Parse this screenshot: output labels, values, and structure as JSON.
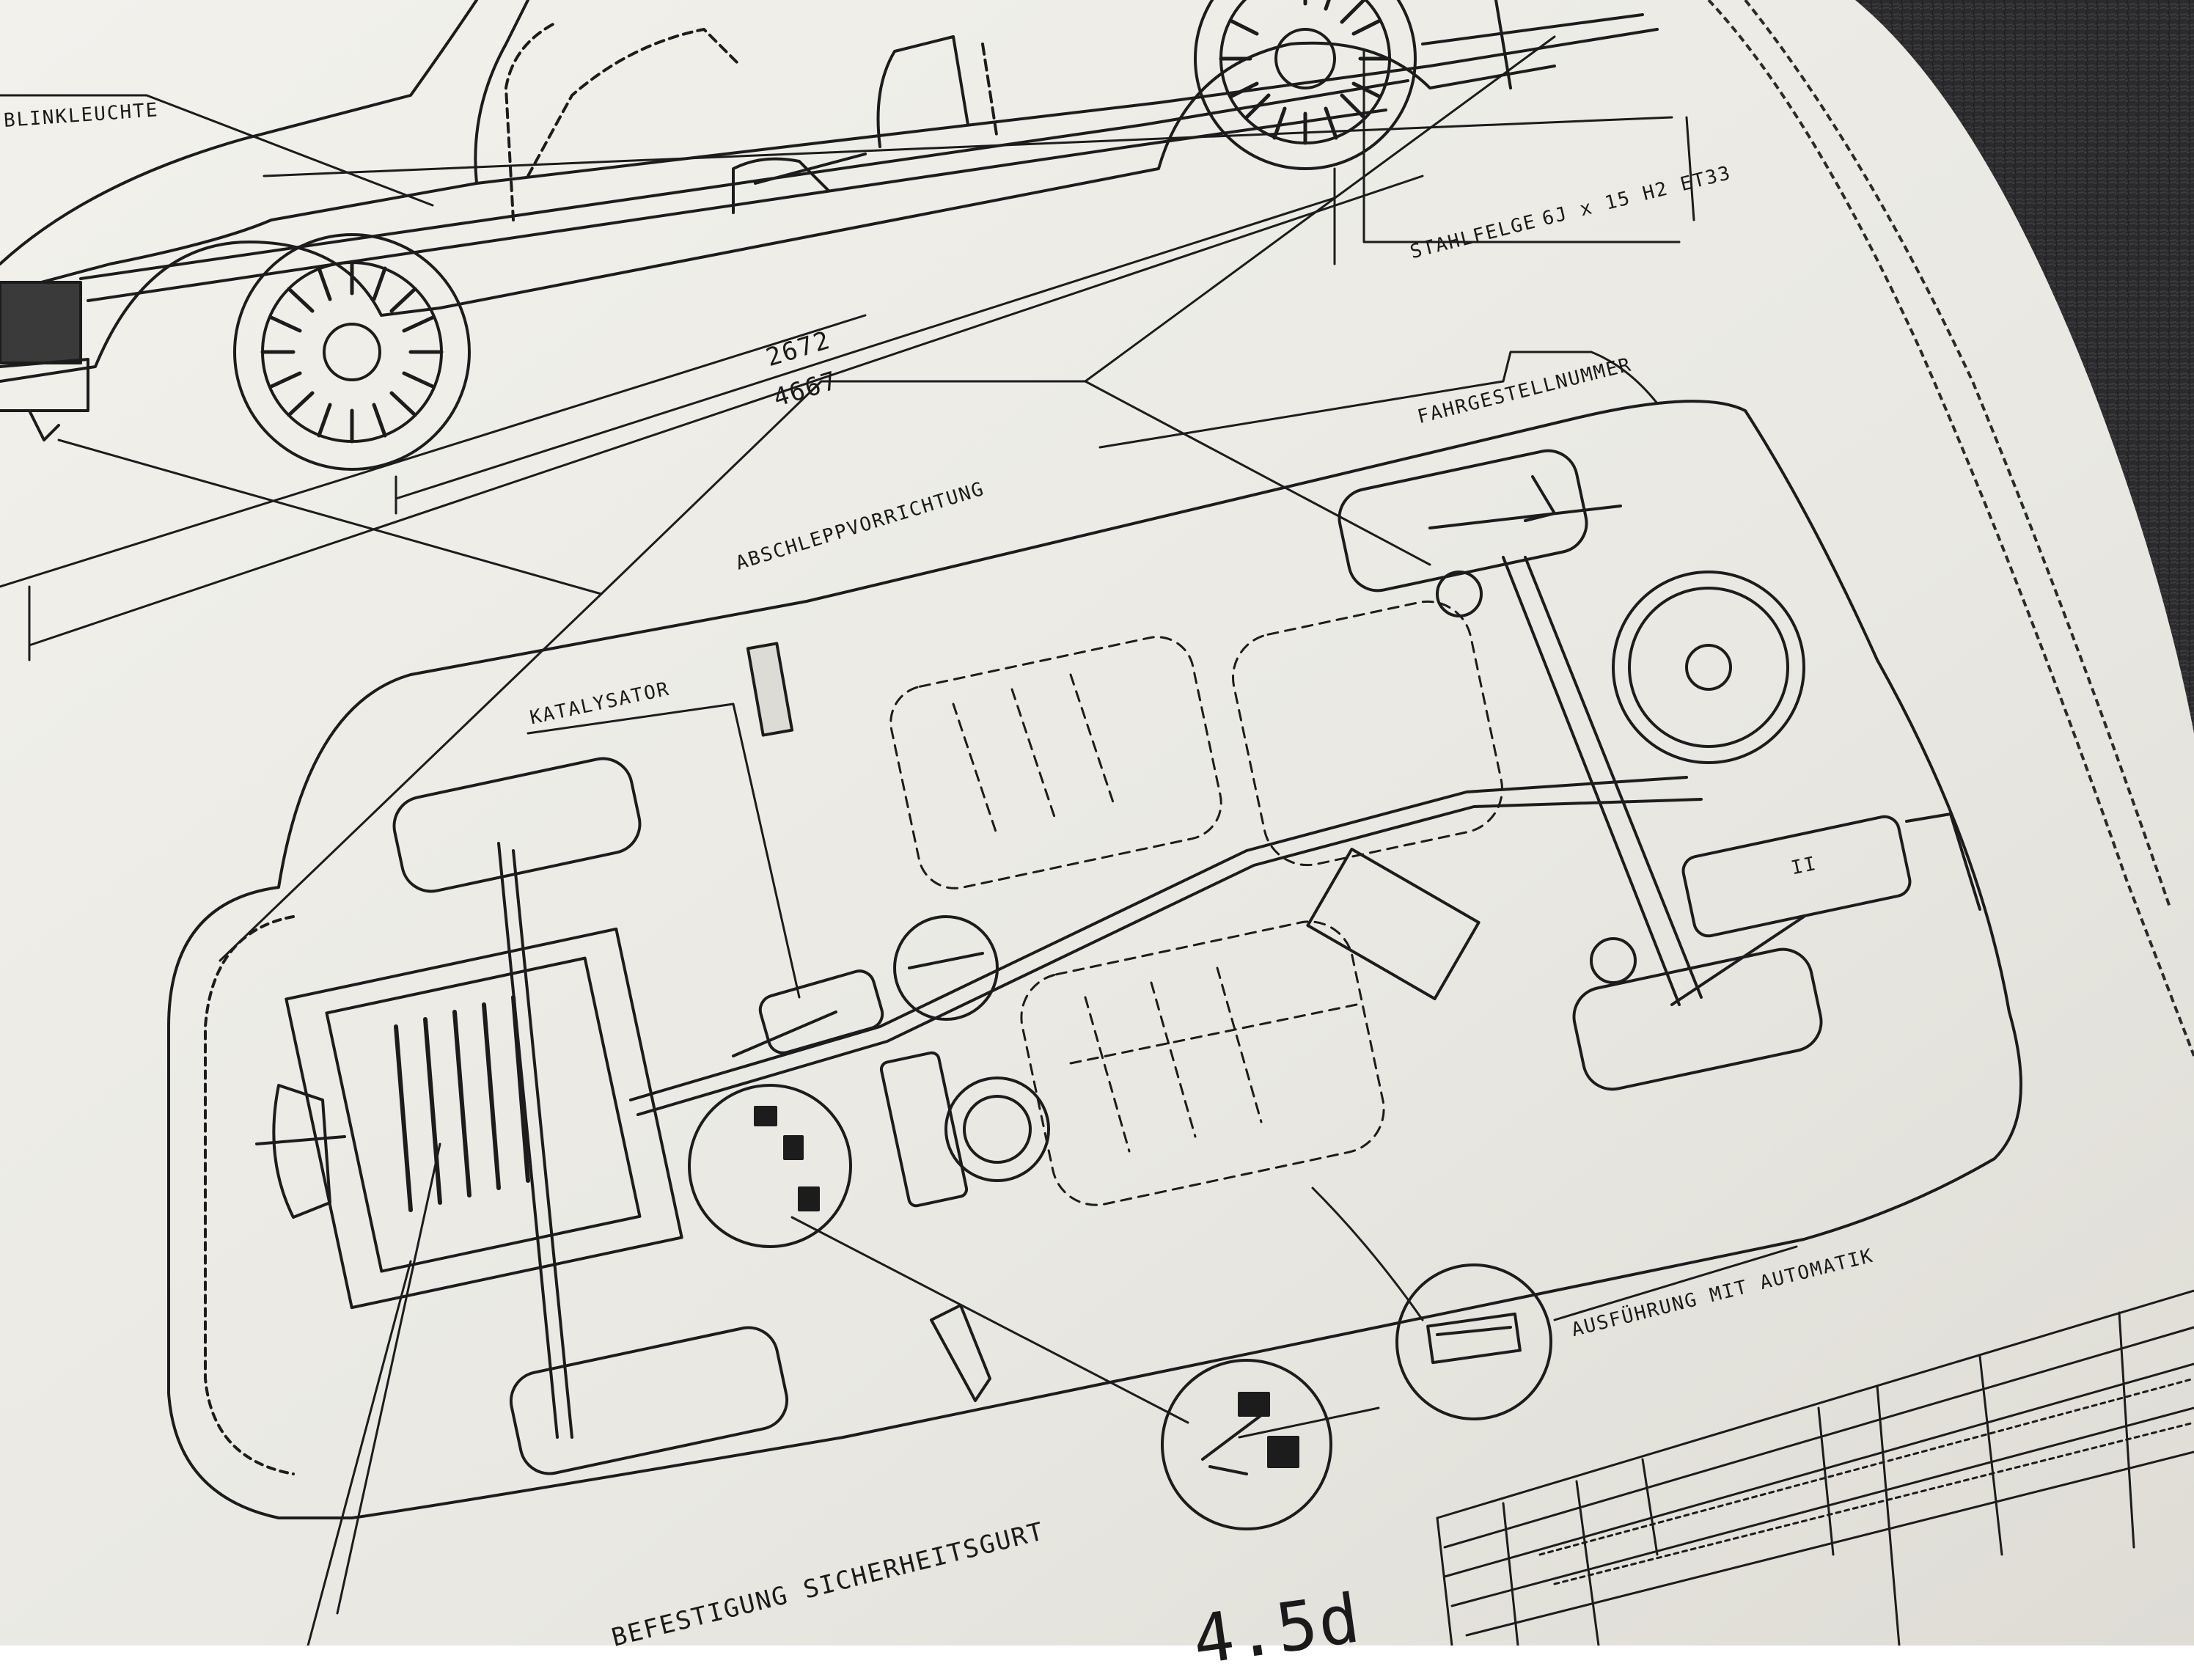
{
  "blueprint": {
    "labels": {
      "blinkleuchte": "BLINKLEUCHTE",
      "stahlfelge": "STAHLFELGE",
      "felge_spec": "6J x 15 H2 ET33",
      "wheelbase": "2672",
      "overall_length": "4667",
      "fahrgestellnummer": "FAHRGESTELLNUMMER",
      "abschleppvorrichtung": "ABSCHLEPPVORRICHTUNG",
      "katalysator": "KATALYSATOR",
      "ausfuehrung_automatik": "AUSFÜHRUNG MIT AUTOMATIK",
      "befestigung_gurt": "BEFESTIGUNG SICHERHEITSGURT",
      "model_fragment": "4.5d",
      "roman_two": "II"
    }
  },
  "colors": {
    "paper": "#ecebe6",
    "ink": "#1c1c1c",
    "background": "#2a2a2b"
  }
}
